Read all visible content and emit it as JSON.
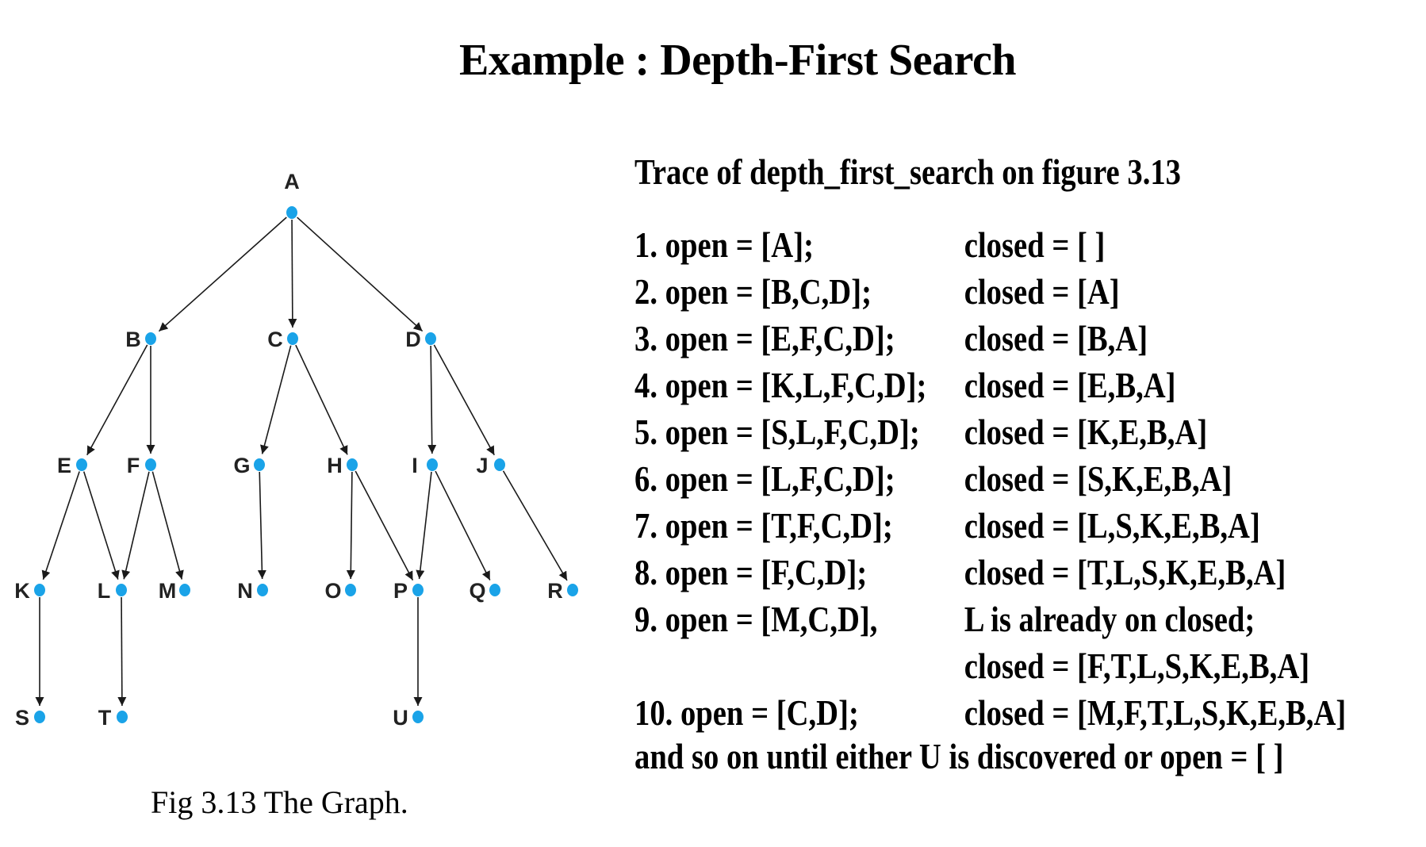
{
  "title": "Example : Depth-First Search",
  "graph": {
    "nodes": [
      {
        "id": "A"
      },
      {
        "id": "B"
      },
      {
        "id": "C"
      },
      {
        "id": "D"
      },
      {
        "id": "E"
      },
      {
        "id": "F"
      },
      {
        "id": "G"
      },
      {
        "id": "H"
      },
      {
        "id": "I"
      },
      {
        "id": "J"
      },
      {
        "id": "K"
      },
      {
        "id": "L"
      },
      {
        "id": "M"
      },
      {
        "id": "N"
      },
      {
        "id": "O"
      },
      {
        "id": "P"
      },
      {
        "id": "Q"
      },
      {
        "id": "R"
      },
      {
        "id": "S"
      },
      {
        "id": "T"
      },
      {
        "id": "U"
      }
    ],
    "edges": [
      [
        "A",
        "B"
      ],
      [
        "A",
        "C"
      ],
      [
        "A",
        "D"
      ],
      [
        "B",
        "E"
      ],
      [
        "B",
        "F"
      ],
      [
        "C",
        "G"
      ],
      [
        "C",
        "H"
      ],
      [
        "D",
        "I"
      ],
      [
        "D",
        "J"
      ],
      [
        "E",
        "K"
      ],
      [
        "E",
        "L"
      ],
      [
        "F",
        "L"
      ],
      [
        "F",
        "M"
      ],
      [
        "G",
        "N"
      ],
      [
        "H",
        "O"
      ],
      [
        "H",
        "P"
      ],
      [
        "I",
        "P"
      ],
      [
        "I",
        "Q"
      ],
      [
        "J",
        "R"
      ],
      [
        "K",
        "S"
      ],
      [
        "L",
        "T"
      ],
      [
        "P",
        "U"
      ]
    ],
    "node_color": "#1aa3e8",
    "caption": "Fig 3.13  The Graph."
  },
  "trace": {
    "heading": "Trace of depth_first_search on figure 3.13",
    "lines": [
      {
        "open": "1. open = [A];",
        "closed": "closed = [ ]"
      },
      {
        "open": "2. open = [B,C,D];",
        "closed": "closed = [A]"
      },
      {
        "open": "3. open = [E,F,C,D];",
        "closed": "closed = [B,A]"
      },
      {
        "open": "4. open = [K,L,F,C,D];",
        "closed": "closed = [E,B,A]"
      },
      {
        "open": "5. open = [S,L,F,C,D];",
        "closed": "closed = [K,E,B,A]"
      },
      {
        "open": "6. open = [L,F,C,D];",
        "closed": "closed = [S,K,E,B,A]"
      },
      {
        "open": "7. open = [T,F,C,D];",
        "closed": "closed = [L,S,K,E,B,A]"
      },
      {
        "open": "8. open = [F,C,D];",
        "closed": "closed = [T,L,S,K,E,B,A]"
      },
      {
        "open": "9. open = [M,C,D],",
        "closed": "L is already on closed;"
      },
      {
        "open": "",
        "closed": "closed = [F,T,L,S,K,E,B,A]"
      },
      {
        "open": "10. open = [C,D];",
        "closed": "closed = [M,F,T,L,S,K,E,B,A]"
      }
    ],
    "footer": "and so on until either U is discovered or open = [ ]"
  }
}
